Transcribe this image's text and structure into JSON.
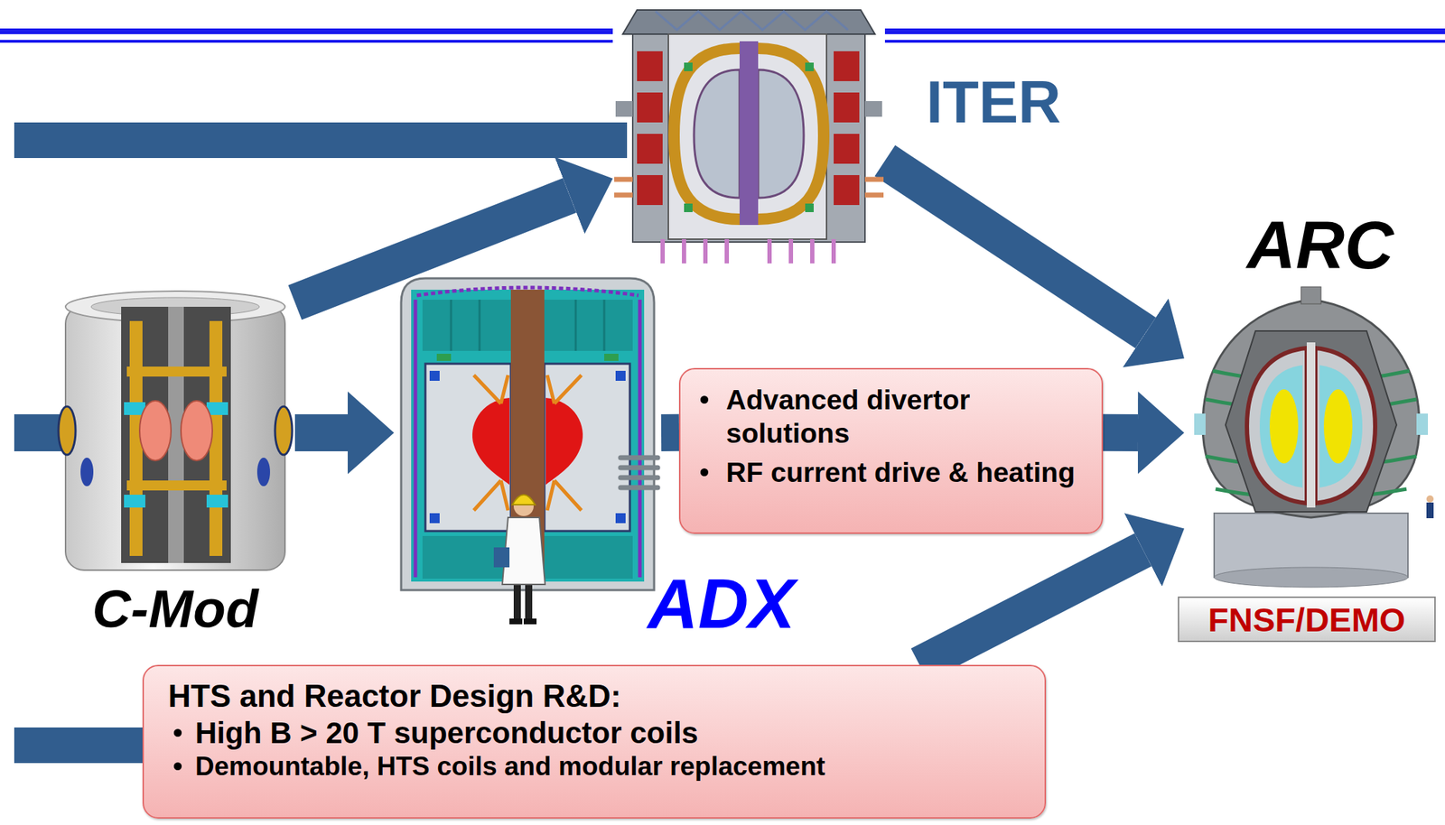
{
  "diagram": {
    "nodes": [
      {
        "text": [
          "ITER"
        ]
      },
      {
        "text": [
          "C-Mod"
        ]
      },
      {
        "text": [
          "ADX"
        ]
      },
      {
        "text": [
          "Advanced divertor solutions",
          "RF current drive & heating"
        ]
      },
      {
        "text": [
          "ARC"
        ]
      },
      {
        "text": [
          "FNSF/DEMO"
        ]
      },
      {
        "text": [
          "HTS and Reactor Design R&D:",
          "High B > 20 T superconductor coils",
          "Demountable, HTS coils and modular replacement"
        ]
      }
    ],
    "edges": [
      {
        "from": 1,
        "to": 0,
        "arrow": "to"
      },
      {
        "from": 1,
        "to": 2,
        "arrow": "to"
      },
      {
        "from": 2,
        "to": 3,
        "arrow": "none"
      },
      {
        "from": 3,
        "to": 4,
        "arrow": "to"
      },
      {
        "from": 0,
        "to": 4,
        "arrow": "to"
      },
      {
        "from": 6,
        "to": 4,
        "arrow": "to"
      }
    ]
  }
}
